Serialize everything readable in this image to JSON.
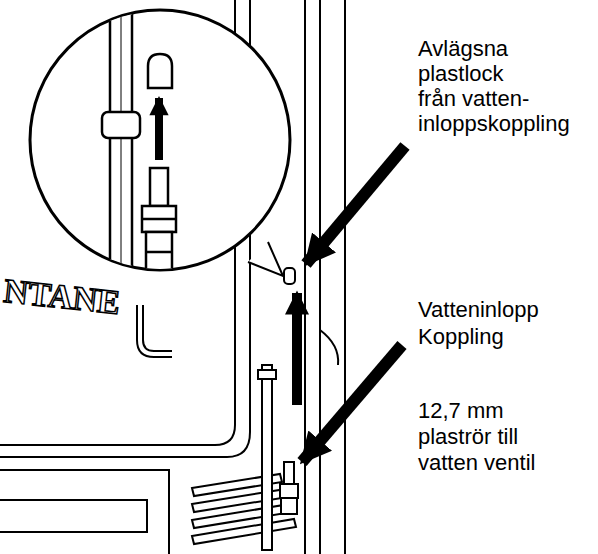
{
  "diagram": {
    "labels": [
      "Avlägsna plastlock från vatten- inloppskoppling",
      "Vatteninlopp Koppling",
      "12,7 mm plaströr till vatten ventil",
      "NTANE"
    ]
  }
}
